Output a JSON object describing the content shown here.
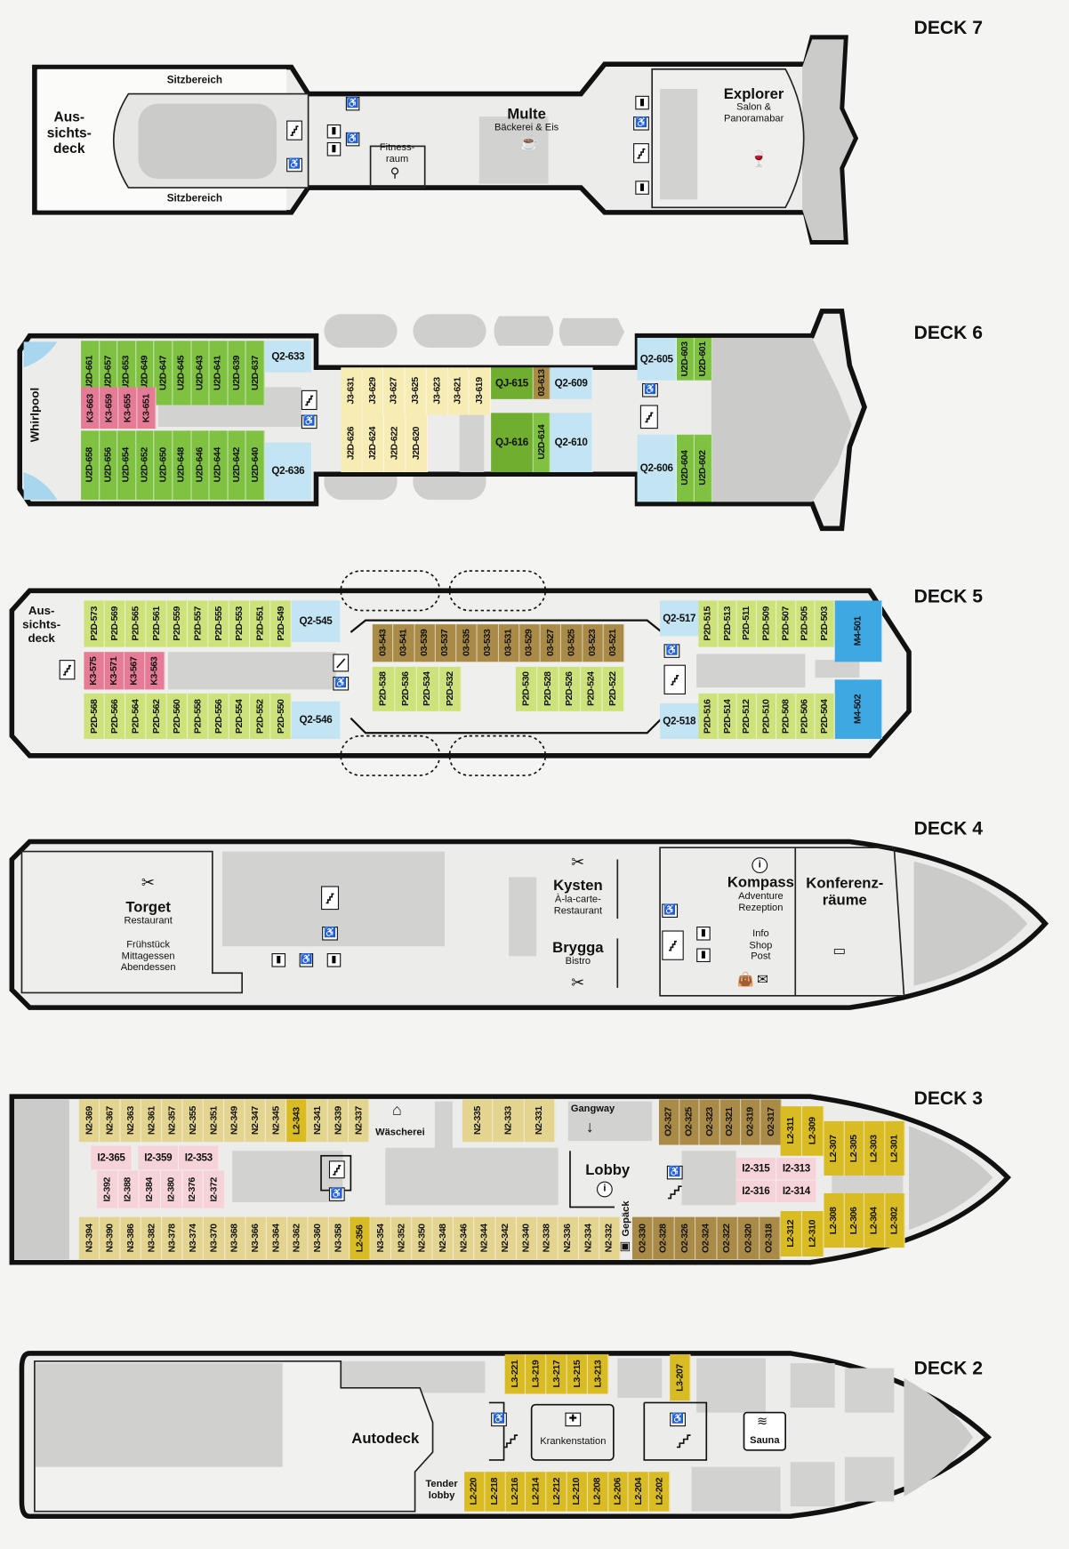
{
  "colors": {
    "U2D": "#7fc241",
    "P2D": "#cde27a",
    "Q2": "#c3e4f3",
    "QJ": "#6fae2e",
    "K3": "#e57b95",
    "J3": "#f6ecb4",
    "J2D": "#f6ecb4",
    "03": "#a98a46",
    "O2": "#a98a46",
    "N2": "#e3d48f",
    "N3": "#e3d48f",
    "L2": "#d9bb24",
    "L3": "#d9bb24",
    "I2": "#f5d3d9",
    "M4": "#3ea8e3",
    "hull": "#111111",
    "deck_fill": "#ececea",
    "gray_area": "#cbcbc9"
  },
  "deck7": {
    "label": "DECK 7",
    "aussichtsdeck": "Aus-\nsichts-\ndeck",
    "sitzbereich_top": "Sitzbereich",
    "sitzbereich_bottom": "Sitzbereich",
    "fitness": "Fitness-\nraum",
    "multe": "Multe",
    "multe_sub": "Bäckerei & Eis",
    "explorer": "Explorer",
    "explorer_sub": "Salon &\nPanoramabar"
  },
  "deck6": {
    "label": "DECK 6",
    "whirlpool": "Whirlpool"
  },
  "deck5": {
    "label": "DECK 5",
    "aussichtsdeck": "Aus-\nsichts-\ndeck"
  },
  "deck4": {
    "label": "DECK 4",
    "torget": "Torget",
    "torget_sub": "Restaurant",
    "torget_meals": "Frühstück\nMittagessen\nAbendessen",
    "kysten": "Kysten",
    "kysten_sub": "À-la-carte-\nRestaurant",
    "brygga": "Brygga",
    "brygga_sub": "Bistro",
    "kompass": "Kompass",
    "kompass_sub": "Adventure\nRezeption",
    "kompass_services": "Info\nShop\nPost",
    "konferenz": "Konferenz-\nräume"
  },
  "deck3": {
    "label": "DECK 3",
    "waescherei": "Wäscherei",
    "gangway": "Gangway",
    "lobby": "Lobby",
    "gepaeck": "Gepäck"
  },
  "deck2": {
    "label": "DECK 2",
    "autodeck": "Autodeck",
    "tender": "Tender\nlobby",
    "kranken": "Krankenstation",
    "sauna": "Sauna"
  },
  "cabins": {
    "d6_top": [
      "U2D-661",
      "U2D-657",
      "U2D-653",
      "U2D-649",
      "U2D-647",
      "U2D-645",
      "U2D-643",
      "U2D-641",
      "U2D-639",
      "U2D-637"
    ],
    "d6_q633": [
      "Q2-633"
    ],
    "d6_mid": [
      "K3-663",
      "K3-659",
      "K3-655",
      "K3-651"
    ],
    "d6_bot": [
      "U2D-658",
      "U2D-656",
      "U2D-654",
      "U2D-652",
      "U2D-650",
      "U2D-648",
      "U2D-646",
      "U2D-644",
      "U2D-642",
      "U2D-640"
    ],
    "d6_q636": [
      "Q2-636"
    ],
    "d6_j3": [
      "J3-631",
      "J3-629",
      "J3-627",
      "J3-625",
      "J3-623",
      "J3-621",
      "J3-619"
    ],
    "d6_j2d": [
      "J2D-626",
      "J2D-624",
      "J2D-622",
      "J2D-620"
    ],
    "d6_qj615": [
      "QJ-615"
    ],
    "d6_o613": [
      "03-613"
    ],
    "d6_qj616": [
      "QJ-616"
    ],
    "d6_u614": [
      "U2D-614"
    ],
    "d6_q609": [
      "Q2-609"
    ],
    "d6_q610": [
      "Q2-610"
    ],
    "d6_q605": [
      "Q2-605"
    ],
    "d6_u603": [
      "U2D-603",
      "U2D-601"
    ],
    "d6_q606": [
      "Q2-606"
    ],
    "d6_u604": [
      "U2D-604",
      "U2D-602"
    ],
    "d5_top": [
      "P2D-573",
      "P2D-569",
      "P2D-565",
      "P2D-561",
      "P2D-559",
      "P2D-557",
      "P2D-555",
      "P2D-553",
      "P2D-551",
      "P2D-549"
    ],
    "d5_q545": [
      "Q2-545"
    ],
    "d5_k3": [
      "K3-575",
      "K3-571",
      "K3-567",
      "K3-563"
    ],
    "d5_bot": [
      "P2D-568",
      "P2D-566",
      "P2D-564",
      "P2D-562",
      "P2D-560",
      "P2D-558",
      "P2D-556",
      "P2D-554",
      "P2D-552",
      "P2D-550"
    ],
    "d5_q546": [
      "Q2-546"
    ],
    "d5_o3": [
      "03-543",
      "03-541",
      "03-539",
      "03-537",
      "03-535",
      "03-533",
      "03-531",
      "03-529",
      "03-527",
      "03-525",
      "03-523",
      "03-521"
    ],
    "d5_p538": [
      "P2D-538",
      "P2D-536",
      "P2D-534",
      "P2D-532"
    ],
    "d5_p530": [
      "P2D-530",
      "P2D-528",
      "P2D-526",
      "P2D-524",
      "P2D-522"
    ],
    "d5_q517": [
      "Q2-517"
    ],
    "d5_ptop": [
      "P2D-515",
      "P2D-513",
      "P2D-511",
      "P2D-509",
      "P2D-507",
      "P2D-505",
      "P2D-503"
    ],
    "d5_m501": [
      "M4-501"
    ],
    "d5_m502": [
      "M4-502"
    ],
    "d5_q518": [
      "Q2-518"
    ],
    "d5_pbot": [
      "P2D-516",
      "P2D-514",
      "P2D-512",
      "P2D-510",
      "P2D-508",
      "P2D-506",
      "P2D-504"
    ],
    "d3_top": [
      "N2-369",
      "N2-367",
      "N2-363",
      "N2-361",
      "N2-357",
      "N2-355",
      "N2-351",
      "N2-349",
      "N2-347",
      "N2-345",
      "L2-343",
      "N2-341",
      "N2-339",
      "N2-337"
    ],
    "d3_n335": [
      "N2-335",
      "N2-333",
      "N2-331"
    ],
    "d3_o2top": [
      "O2-327",
      "O2-325",
      "O2-323",
      "O2-321",
      "O2-319",
      "O2-317"
    ],
    "d3_l311": [
      "L2-311",
      "L2-309"
    ],
    "d3_l307": [
      "L2-307",
      "L2-305",
      "L2-303",
      "L2-301"
    ],
    "d3_i365": [
      "I2-365"
    ],
    "d3_i359": [
      "I2-359",
      "I2-353"
    ],
    "d3_i392": [
      "I2-392",
      "I2-388",
      "I2-384",
      "I2-380",
      "I2-376",
      "I2-372"
    ],
    "d3_bot": [
      "N3-394",
      "N3-390",
      "N3-386",
      "N3-382",
      "N3-378",
      "N3-374",
      "N3-370",
      "N3-368",
      "N3-366",
      "N3-364",
      "N3-362",
      "N3-360",
      "N3-358",
      "L2-356",
      "N3-354",
      "N2-352",
      "N2-350",
      "N2-348",
      "N2-346",
      "N2-344",
      "N2-342",
      "N2-340",
      "N2-338",
      "N2-336",
      "N2-334",
      "N2-332"
    ],
    "d3_o2bot": [
      "O2-330",
      "O2-328",
      "O2-326",
      "O2-324",
      "O2-322",
      "O2-320",
      "O2-318"
    ],
    "d3_l312": [
      "L2-312",
      "L2-310"
    ],
    "d3_l308": [
      "L2-308",
      "L2-306",
      "L2-304",
      "L2-302"
    ],
    "d3_i315": [
      "I2-315",
      "I2-313"
    ],
    "d3_i316": [
      "I2-316",
      "I2-314"
    ],
    "d2_l3": [
      "L3-221",
      "L3-219",
      "L3-217",
      "L3-215",
      "L3-213"
    ],
    "d2_l207": [
      "L3-207"
    ],
    "d2_l2": [
      "L2-220",
      "L2-218",
      "L2-216",
      "L2-214",
      "L2-212",
      "L2-210",
      "L2-208",
      "L2-206",
      "L2-204",
      "L2-202"
    ]
  }
}
